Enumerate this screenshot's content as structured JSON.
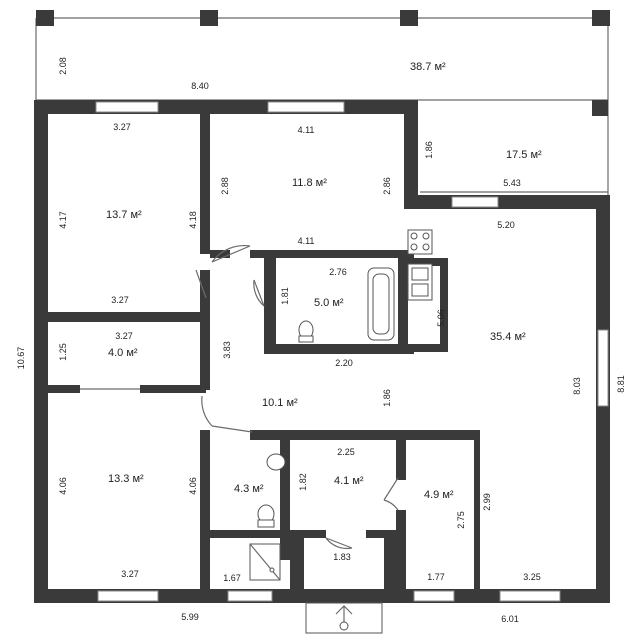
{
  "rooms": {
    "terrace_big": "38.7 м²",
    "terrace_small": "17.5 м²",
    "bedroom_1": "13.7 м²",
    "room_top_mid": "11.8 м²",
    "bathroom": "5.0 м²",
    "storage": "4.0 м²",
    "living": "35.4 м²",
    "hall": "10.1 м²",
    "bedroom_2": "13.3 м²",
    "wc": "4.3 м²",
    "room_41": "4.1 м²",
    "room_49": "4.9 м²"
  },
  "dims": {
    "t_208": "2.08",
    "t_840": "8.40",
    "t_186": "1.86",
    "t_543": "5.43",
    "t_520": "5.20",
    "b1_327_top": "3.27",
    "b1_417": "4.17",
    "b1_418": "4.18",
    "b1_327_bot": "3.27",
    "m_411_top": "4.11",
    "m_288": "2.88",
    "m_286": "2.86",
    "m_411_bot": "4.11",
    "bath_276": "2.76",
    "bath_181": "1.81",
    "bath_506": "5.06",
    "bath_220": "2.20",
    "st_327": "3.27",
    "st_125": "1.25",
    "h_383": "3.83",
    "h_186": "1.86",
    "total_1067": "10.67",
    "lv_803": "8.03",
    "lv_881": "8.81",
    "b2_406_l": "4.06",
    "b2_406_r": "4.06",
    "b2_327": "3.27",
    "r41_225": "2.25",
    "r41_182": "1.82",
    "r49_299": "2.99",
    "r49_275": "2.75",
    "r49_177": "1.77",
    "lv_325": "3.25",
    "p_167": "1.67",
    "p_183": "1.83",
    "tot_599": "5.99",
    "tot_601": "6.01"
  }
}
